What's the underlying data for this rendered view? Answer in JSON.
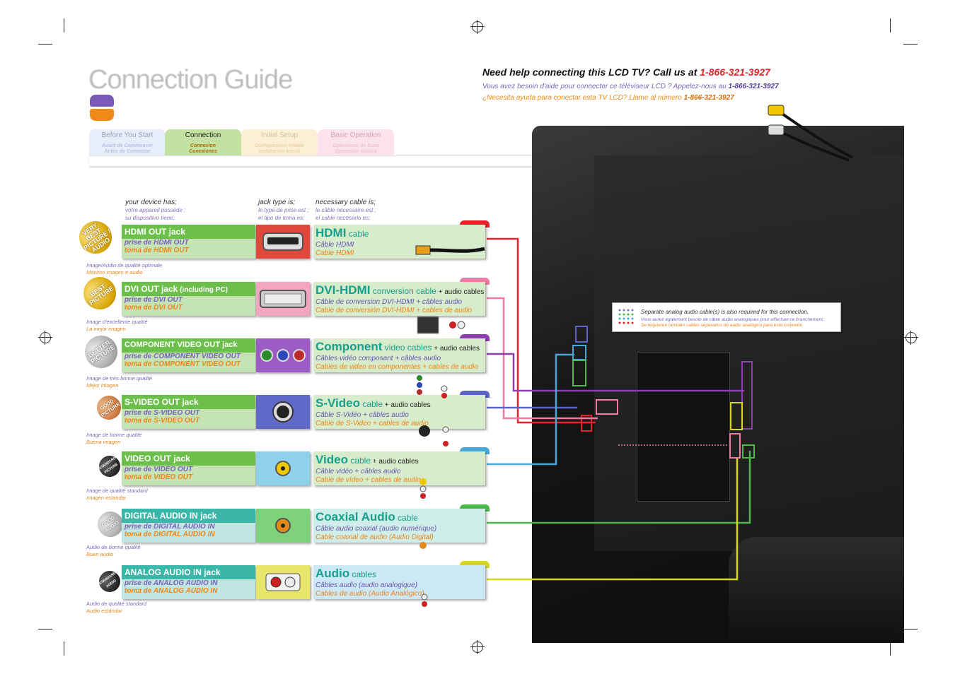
{
  "title": "Connection Guide",
  "help": {
    "en": "Need help connecting this LCD TV? Call us at ",
    "en_phone": "1-866-321-3927",
    "fr": "Vous avez besoin d'aide pour connecter ce téléviseur LCD ? Appelez-nous au ",
    "fr_phone": "1-866-321-3927",
    "es": "¿Necesita ayuda para conectar esta TV LCD? Llame al número ",
    "es_phone": "1-866-321-3927"
  },
  "tabs": [
    {
      "en": "Before You Start",
      "fr": "Avant de Commencer",
      "es": "Antes de Comenzar"
    },
    {
      "en": "Connection",
      "fr": "Connexion",
      "es": "Conexiones"
    },
    {
      "en": "Initial Setup",
      "fr": "Configuration Initiale",
      "es": "Instalación Inicial"
    },
    {
      "en": "Basic Operation",
      "fr": "Opérations de Base",
      "es": "Operación Básica"
    }
  ],
  "columns": {
    "device": {
      "en": "your device has;",
      "fr": "votre appareil possède ;",
      "es": "su dispositivo tiene;"
    },
    "jack": {
      "en": "jack type is;",
      "fr": "le type de prise est ;",
      "es": "el tipo de toma es;"
    },
    "cable": {
      "en": "necessary cable is;",
      "fr": "le câble nécessaire est ;",
      "es": "el cable necesario es;"
    }
  },
  "rows": [
    {
      "badge": "VERY BEST PICTURE / AUDIO",
      "dev": "HDMI OUT jack",
      "dev_extra": "",
      "dev_fr": "prise de HDMI OUT",
      "dev_es": "toma de HDMI OUT",
      "note_fr": "Image/Audio de qualité optimale",
      "note_es": "Máximo imagen e audio",
      "cable": "HDMI",
      "cable_sub": " cable",
      "cable_ac": "",
      "cable_fr": "Câble HDMI",
      "cable_es": "Cable HDMI"
    },
    {
      "badge": "BEST PICTURE",
      "dev": "DVI OUT jack",
      "dev_extra": " (including PC)",
      "dev_fr": "prise de DVI OUT",
      "dev_es": "toma de DVI OUT",
      "note_fr": "Image d'excellente qualité",
      "note_es": "La mejor imagen",
      "cable": "DVI-HDMI",
      "cable_sub": " conversion cable",
      "cable_ac": " + audio cables",
      "cable_fr": "Câble de conversion DVI-HDMI + câbles audio",
      "cable_es": "Cable de conversión DVI-HDMI + cables de audio"
    },
    {
      "badge": "BETTER PICTURE",
      "dev": "COMPONENT VIDEO OUT jack",
      "dev_extra": "",
      "dev_fr": "prise de COMPONENT VIDEO OUT",
      "dev_es": "toma de COMPONENT VIDEO OUT",
      "note_fr": "Image de très bonne qualité",
      "note_es": "Mejor imagen",
      "cable": "Component",
      "cable_sub": " video cables",
      "cable_ac": " + audio cables",
      "cable_fr": "Câbles vidéo composant + câbles audio",
      "cable_es": "Cables de video en componentes + cables de audio"
    },
    {
      "badge": "GOOD PICTURE",
      "dev": "S-VIDEO OUT jack",
      "dev_extra": "",
      "dev_fr": "prise de S-VIDEO OUT",
      "dev_es": "toma de S-VIDEO OUT",
      "note_fr": "Image de bonne qualité",
      "note_es": "Buena imagen",
      "cable": "S-Video",
      "cable_sub": " cable",
      "cable_ac": " + audio cables",
      "cable_fr": "Câble S-Vidéo + câbles audio",
      "cable_es": "Cable de S-Video + cables de audio"
    },
    {
      "badge": "STANDARD PICTURE",
      "dev": "VIDEO OUT jack",
      "dev_extra": "",
      "dev_fr": "prise de VIDEO OUT",
      "dev_es": "toma de VIDEO OUT",
      "note_fr": "Image de qualité standard",
      "note_es": "Imagen estándar",
      "cable": "Video",
      "cable_sub": " cable",
      "cable_ac": " + audio cables",
      "cable_fr": "Câble vidéo + câbles audio",
      "cable_es": "Cable de vídeo + cables de audio"
    },
    {
      "badge": "GOOD AUDIO",
      "dev": "DIGITAL AUDIO IN jack",
      "dev_extra": "",
      "dev_fr": "prise de DIGITAL AUDIO IN",
      "dev_es": "toma de DIGITAL AUDIO IN",
      "note_fr": "Audio de bonne qualité",
      "note_es": "Buen audio",
      "cable": "Coaxial Audio",
      "cable_sub": " cable",
      "cable_ac": "",
      "cable_fr": "Câble audio coaxial (audio numérique)",
      "cable_es": "Cable coaxial de audio (Audio Digital)"
    },
    {
      "badge": "STANDARD AUDIO",
      "dev": "ANALOG AUDIO IN jack",
      "dev_extra": "",
      "dev_fr": "prise de ANALOG AUDIO IN",
      "dev_es": "toma de ANALOG AUDIO IN",
      "note_fr": "Audio de qualité standard",
      "note_es": "Audio estándar",
      "cable": "Audio",
      "cable_sub": " cables",
      "cable_ac": "",
      "cable_fr": "Câbles audio (audio analogique)",
      "cable_es": "Cables de audio (Audio Analógico)"
    }
  ],
  "tooltip": {
    "en": "Separate analog audio cable(s) is also required for this connection.",
    "fr": "Vous aurez également besoin de câble audio analogiques pour effectuer ce branchement.",
    "es": "Se requieren también cables separados de audio analógico para esta conexión."
  },
  "colors": {
    "hdmi": "#e8212a",
    "dvi": "#f07aa6",
    "component": "#8b3fb1",
    "svideo": "#5a63c8",
    "video": "#48a8d6",
    "coax": "#4db84a",
    "audio": "#d8d81a"
  }
}
